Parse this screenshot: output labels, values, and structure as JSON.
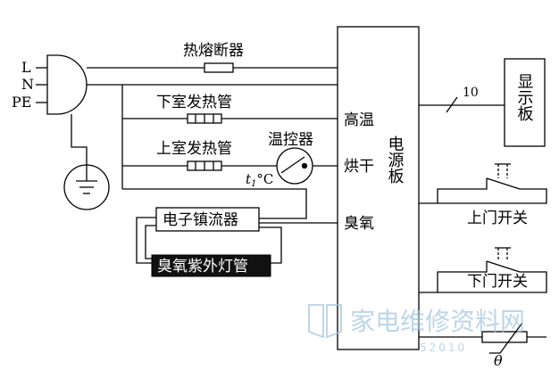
{
  "plug": {
    "l": "L",
    "n": "N",
    "pe": "PE"
  },
  "components": {
    "thermal_fuse": "热熔断器",
    "lower_heater": "下室发热管",
    "upper_heater": "上室发热管",
    "thermostat": "温控器",
    "thermostat_temp": "t",
    "thermostat_temp_sub": "1",
    "thermostat_temp_unit": "°C",
    "ballast": "电子镇流器",
    "uv_lamp": "臭氧紫外灯管",
    "display_board": "显示板",
    "upper_door_switch": "上门开关",
    "lower_door_switch": "下门开关",
    "thermistor_symbol": "θ"
  },
  "power_board": {
    "title": "电源板",
    "port_high_temp": "高温",
    "port_dry": "烘干",
    "port_ozone": "臭氧"
  },
  "bus": {
    "count": "10"
  },
  "watermark": {
    "text": "家电维修资料网",
    "url": "52010"
  },
  "colors": {
    "line": "#000000",
    "lamp_fill": "#111111",
    "watermark": "#9fc6df"
  }
}
